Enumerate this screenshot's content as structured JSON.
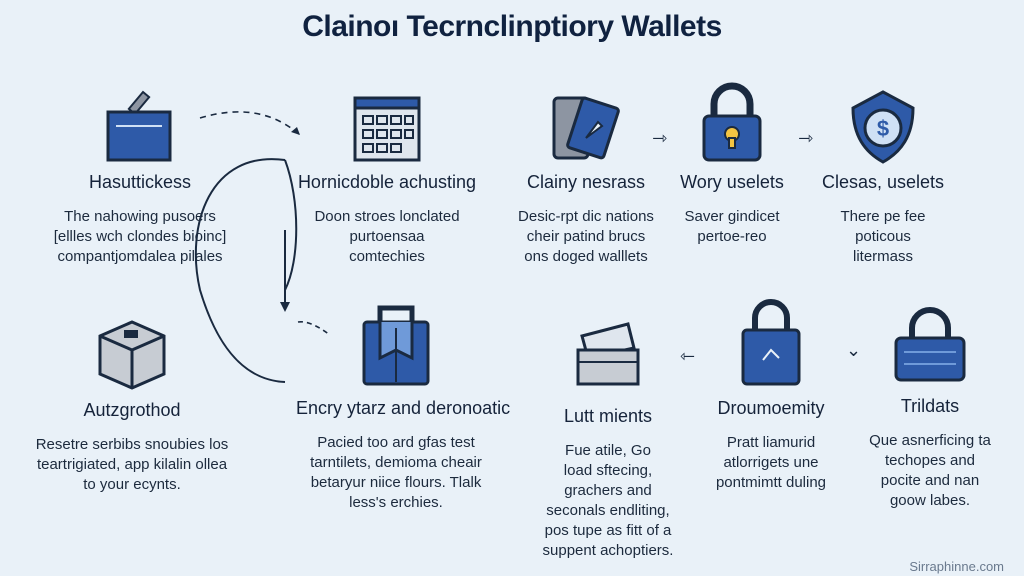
{
  "title": "Clainoı Tecrnclinptiory Wallets",
  "watermark": "Sirraphinne.com",
  "colors": {
    "accent": "#2e5aa8",
    "dark": "#1a2a40",
    "background": "#e9f1f8"
  },
  "items": [
    {
      "label": "Hasuttickess",
      "icon": "card-reader-icon",
      "lines": [
        "The nahowing pusoers",
        "[ellles wch clondes bioinc]",
        "compantjomdalea pilales"
      ]
    },
    {
      "label": "Hornicdoble achusting",
      "icon": "browser-grid-icon",
      "lines": [
        "Doon stroes lonclated",
        "purtoensaa",
        "comtechies"
      ]
    },
    {
      "label": "Clainy nesrass",
      "icon": "hardware-card-icon",
      "lines": [
        "Desic-rpt dic nations",
        "cheir patind brucs",
        "ons doged walllets"
      ]
    },
    {
      "label": "Wory uselets",
      "icon": "padlock-icon",
      "lines": [
        "Saver gindicet",
        "pertoe-reo"
      ]
    },
    {
      "label": "Clesas, uselets",
      "icon": "shield-dollar-icon",
      "lines": [
        "There pe fee",
        "poticous",
        "litermass"
      ]
    },
    {
      "label": "Autzgrothod",
      "icon": "cube-icon",
      "lines": [
        "Resetre serbibs snoubies los",
        "teartrigiated, app kilalin ollea",
        "to your ecynts."
      ]
    },
    {
      "label": "Encry ytarz and deronoatic",
      "icon": "briefcase-icon",
      "lines": [
        "Pacied too ard gfas test",
        "tarntilets, demioma cheair",
        "betaryur niice flours. Tlalk",
        "less's erchies."
      ]
    },
    {
      "label": "Lutt mients",
      "icon": "open-box-icon",
      "lines": [
        "Fue atile, Go",
        "load sftecing,",
        "grachers and",
        "seconals endliting,",
        "pos tupe as fitt of a",
        "suppent achoptiers."
      ]
    },
    {
      "label": "Droumoemity",
      "icon": "lock-device-icon",
      "lines": [
        "Pratt liamurid",
        "atlorrigets une",
        "pontmimtt duling"
      ]
    },
    {
      "label": "Trildats",
      "icon": "padlock-wide-icon",
      "lines": [
        "Que asnerficing ta",
        "techopes and",
        "pocite and nan",
        "goow labes."
      ]
    }
  ],
  "arrows": [
    "⇾",
    "⇾",
    "⇾",
    "⇽",
    "⌄"
  ]
}
